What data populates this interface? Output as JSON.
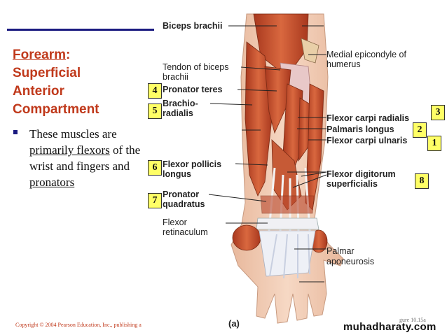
{
  "title": {
    "line1": "Forearm",
    "line1_suffix": ":",
    "line2": "Superficial",
    "line3": "Anterior",
    "line4": "Compartment"
  },
  "bullet": {
    "pre": "These muscles are",
    "em1": "primarily flexors",
    "mid": "of the wrist and fingers and",
    "em2": "pronators"
  },
  "labels": {
    "biceps": "Biceps brachii",
    "tendon": "Tendon of biceps brachii",
    "pronator_teres": "Pronator teres",
    "brachioradialis_1": "Brachio-",
    "brachioradialis_2": "radialis",
    "medial_epicondyle": "Medial epicondyle of humerus",
    "fcr": "Flexor carpi radialis",
    "palmaris": "Palmaris longus",
    "fcu": "Flexor carpi ulnaris",
    "fpl_1": "Flexor pollicis",
    "fpl_2": "longus",
    "fds_1": "Flexor digitorum",
    "fds_2": "superficialis",
    "pq_1": "Pronator",
    "pq_2": "quadratus",
    "retinaculum_1": "Flexor",
    "retinaculum_2": "retinaculum",
    "palmar_1": "Palmar",
    "palmar_2": "aponeurosis",
    "panel": "(a)"
  },
  "numbers": {
    "n1": "1",
    "n2": "2",
    "n3": "3",
    "n4": "4",
    "n5": "5",
    "n6": "6",
    "n7": "7",
    "n8": "8"
  },
  "footer": {
    "copyright": "Copyright © 2004 Pearson Education, Inc., publishing a",
    "figure_note": "gure 10.15a",
    "watermark": "muhadharaty.com"
  },
  "colors": {
    "accent_title": "#c0391b",
    "rule": "#1a1a80",
    "number_box": "#ffff66",
    "muscle": "#c8502e",
    "skin": "#f1c9b0"
  }
}
